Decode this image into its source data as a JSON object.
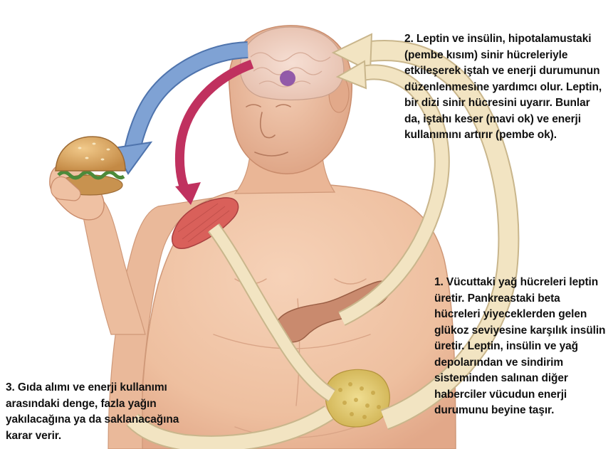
{
  "diagram": {
    "captions": {
      "step2": [
        "2. Leptin ve insülin, hipotalamustaki",
        "(pembe kısım) sinir hücreleriyle",
        "etkileşerek iştah ve enerji durumunun",
        "düzenlenmesine yardımcı olur. Leptin,",
        "bir dizi sinir hücresini uyarır. Bunlar",
        "da, iştahı keser (mavi ok) ve enerji",
        "kullanımını artırır (pembe ok)."
      ],
      "step1": [
        "1. Vücuttaki yağ hücreleri leptin",
        "üretir. Pankreastaki beta",
        "hücreleri yiyeceklerden gelen",
        "glükoz seviyesine karşılık insülin",
        "üretir. Leptin, insülin ve yağ",
        "depolarından ve sindirim",
        "sisteminden salınan diğer",
        "haberciler vücudun enerji",
        "durumunu beyine taşır."
      ],
      "step3": [
        "3. Gıda alımı ve enerji kullanımı",
        "arasındaki denge, fazla yağın",
        "yakılacağına ya da saklanacağına",
        "karar verir."
      ]
    },
    "colors": {
      "skin": "#eec0a2",
      "skin_shadow": "#d49a7c",
      "brain": "#eed2c4",
      "hypothalamus": "#8a4fa6",
      "beige_arrow": "#f2e4c2",
      "beige_arrow_edge": "#c9b68c",
      "blue_arrow": "#6f93c9",
      "pink_arrow": "#c0315f",
      "muscle": "#d9605a",
      "pancreas": "#c98a6e",
      "fat_tissue": "#e2c86a",
      "burger_bun": "#d9a862",
      "lettuce": "#4c8a3a"
    }
  }
}
